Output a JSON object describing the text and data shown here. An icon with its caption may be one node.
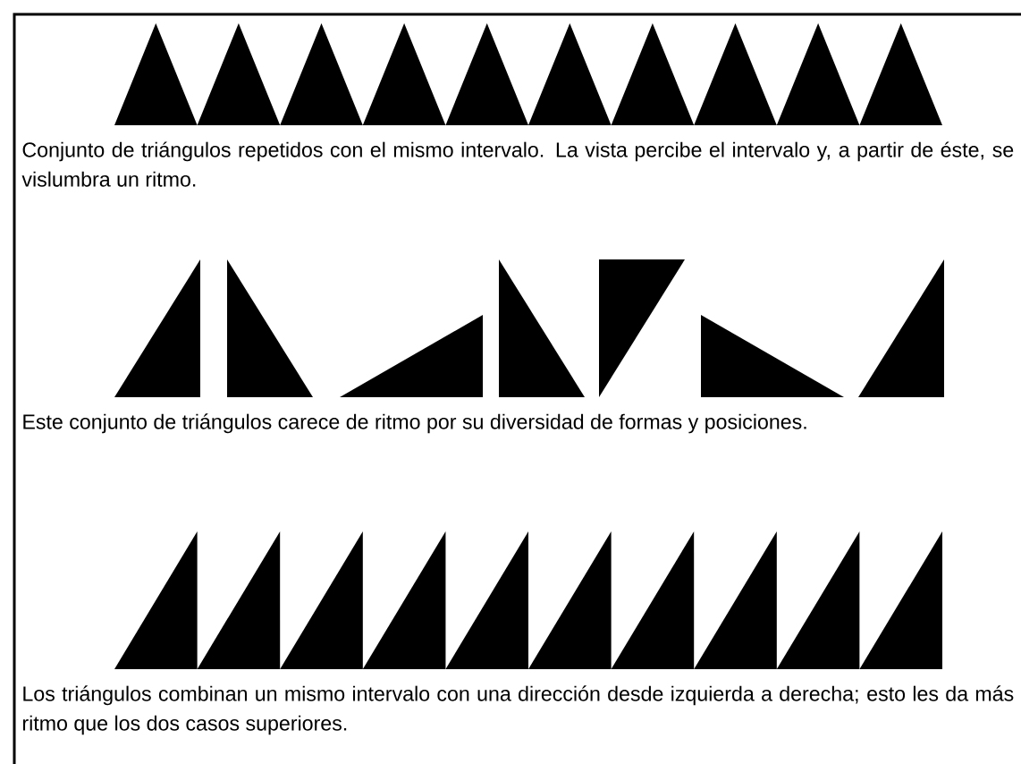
{
  "diagram": {
    "labels": [
      "Conjunto de triángulos repetidos con el mismo intervalo. La vista percibe el intervalo y, a partir de éste, se vislumbra un ritmo.",
      "Este conjunto de triángulos carece de ritmo por su diversidad de formas y posiciones.",
      "Los triángulos combinan un mismo intervalo con una dirección desde izquierda a derecha; esto les da más ritmo que los dos casos superiores."
    ]
  }
}
